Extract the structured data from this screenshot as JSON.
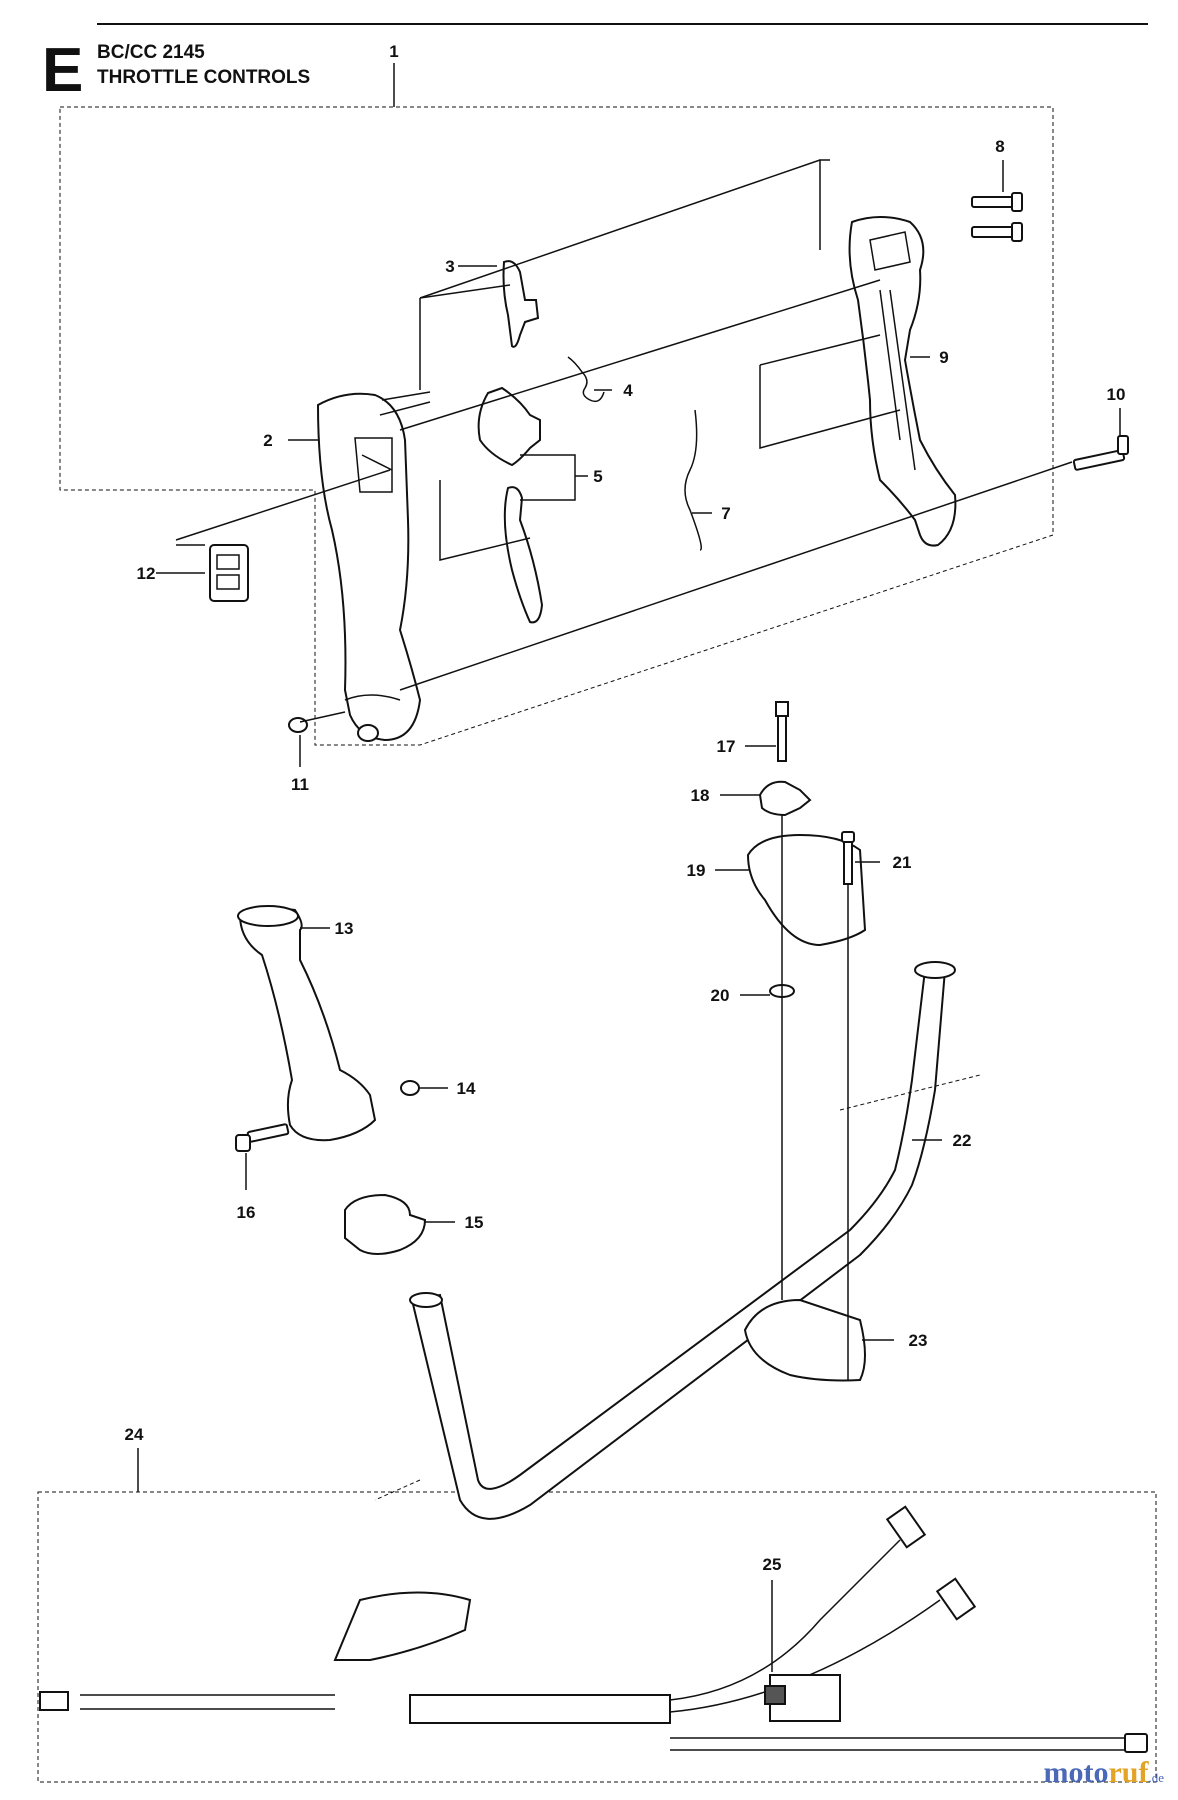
{
  "header": {
    "section_letter": "E",
    "model": "BC/CC 2145",
    "title": "THROTTLE CONTROLS"
  },
  "callouts": [
    "1",
    "2",
    "3",
    "4",
    "5",
    "7",
    "8",
    "9",
    "10",
    "11",
    "12",
    "13",
    "14",
    "15",
    "16",
    "17",
    "18",
    "19",
    "20",
    "21",
    "22",
    "23",
    "24",
    "25"
  ],
  "watermark": {
    "part_a": "moto",
    "part_b": "ruf",
    "tld": ".de"
  },
  "colors": {
    "line": "#111111",
    "watermark_blue": "#4a69b7",
    "watermark_orange": "#e3a326"
  }
}
